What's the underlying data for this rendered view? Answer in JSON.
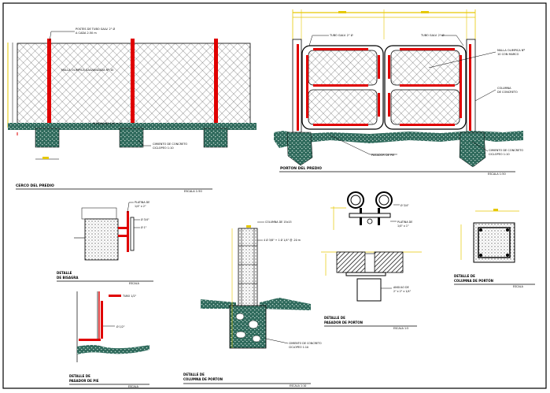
{
  "titles": {
    "cerco": "CERCO DEL PREDIO",
    "porton": "PORTON DEL PREDIO",
    "bisagra_1": "DETALLE",
    "bisagra_2": "DE BISAGRA",
    "pasador_pie_1": "DETALLE  DE",
    "pasador_pie_2": "PASADOR DE PIE",
    "columna_porton_1": "DETALLE  DE",
    "columna_porton_2": "COLUMNA DE PORTON",
    "pasador_porton_1": "DETALLE  DE",
    "pasador_porton_2": "PASADOR DE PORTON",
    "col_porton_sec_1": "DETALLE  DE",
    "col_porton_sec_2": "COLUMNA DE PORTÓN"
  },
  "scales": {
    "cerco": "ESCALA 1:50",
    "porton": "ESCALA 1:50",
    "bisagra": "ESCALA",
    "pasador_pie": "ESCALA",
    "columna_porton": "ESCALA 1:10",
    "pasador_porton": "ESCALA 1:5",
    "col_porton_sec": "ESCALA"
  },
  "notes": {
    "cerco_top": [
      "POSTES DE TUBO GALV. 2\" Ø",
      "A CADA 2.50 m"
    ],
    "cerco_mesh": "MALLA OLIMPICA GALVANIZADA Nº 10",
    "cerco_bottom": "PLATINA DE 1/4\" x 1\"",
    "cerco_found": [
      "CIMIENTO DE CONCRETO",
      "CICLOPEO 1:10"
    ],
    "porton_left": "TUBO GALV. 2\" Ø",
    "porton_right": "TUBO GALV. 2\" Ø",
    "porton_mesh": [
      "MALLA OLIMPICA Nº",
      "10 CON MARCO"
    ],
    "porton_col": [
      "COLUMNA",
      "DE CONCRETO"
    ],
    "porton_bottom": "PASADOR DE PIE",
    "porton_found": [
      "CIMIENTO DE CONCRETO",
      "CICLOPEO 1:10"
    ],
    "bisagra_a": [
      "PLATINA DE",
      "1/4\" x 2\""
    ],
    "bisagra_b": "Ø 3/4\"",
    "bisagra_c": "Ø 1\"",
    "pie_a": "TUBO 1/2\"",
    "pie_b": "Ø 1/2\"",
    "col_a": "COLUMNA DE 15x15",
    "col_b": "4 Ø 3/8\" + 1 Ø 1/4\" @ .20 m",
    "col_found": [
      "CIMIENTO DE CONCRETO",
      "CICLOPEO 1:10"
    ],
    "pas_a": "Ø 3/4\"",
    "pas_b": [
      "PLATINA DE",
      "1/4\" x 1\""
    ],
    "pas_c": [
      "ANGULO DE",
      "2\" x 2\" x 1/4\""
    ]
  },
  "colors": {
    "line": "#000000",
    "accent": "#e00000",
    "dimension": "#e6c800",
    "ground": "#4a8a7a"
  }
}
